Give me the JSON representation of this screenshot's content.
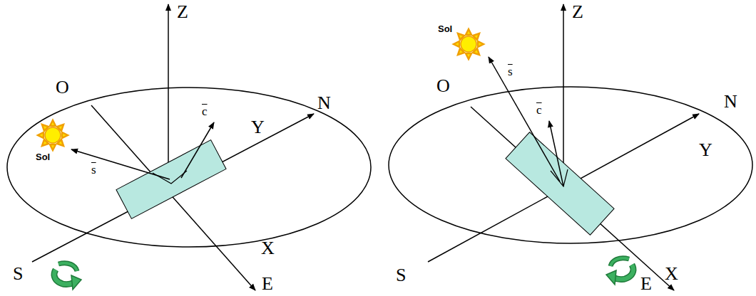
{
  "diagram": {
    "labels": [
      "Z",
      "O",
      "N",
      "Y",
      "c",
      "s",
      "Sol",
      "S",
      "X",
      "E",
      "Z",
      "Sol",
      "s",
      "O",
      "c",
      "N",
      "Y",
      "S",
      "X",
      "E"
    ]
  }
}
